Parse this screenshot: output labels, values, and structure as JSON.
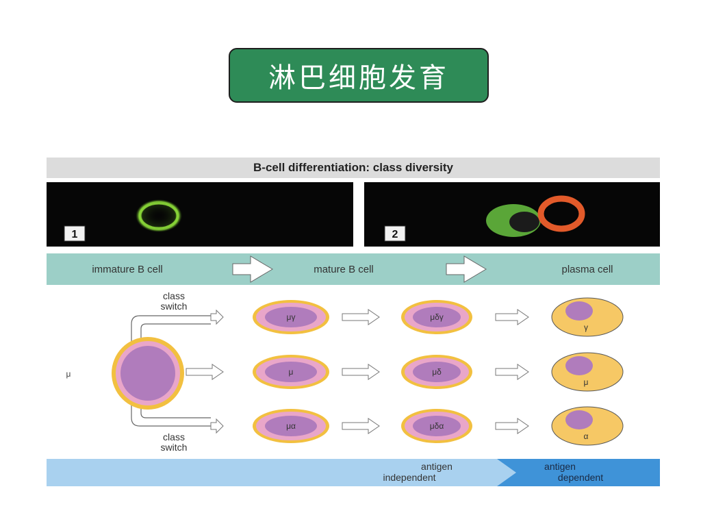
{
  "slide": {
    "title": "淋巴细胞发育",
    "title_bg": "#2e8b57"
  },
  "figure": {
    "heading": "B-cell differentiation: class diversity",
    "photo_labels": [
      "1",
      "2"
    ],
    "stages": [
      "immature B cell",
      "mature B cell",
      "plasma cell"
    ],
    "input_label": "μ",
    "class_switch_top": [
      "class",
      "switch"
    ],
    "class_switch_bottom": [
      "class",
      "switch"
    ],
    "rows": [
      {
        "mature_early": "μγ",
        "mature_late": "μδγ",
        "plasma": "γ"
      },
      {
        "mature_early": "μ",
        "mature_late": "μδ",
        "plasma": "μ"
      },
      {
        "mature_early": "μα",
        "mature_late": "μδα",
        "plasma": "α"
      }
    ],
    "phases": [
      {
        "line1": "antigen",
        "line2": "independent"
      },
      {
        "line1": "antigen",
        "line2": "dependent"
      }
    ],
    "colors": {
      "stage_bar": "#9ccfc7",
      "cell_membrane": "#f2c040",
      "cell_ring": "#e9a6c9",
      "nucleus": "#b07cbc",
      "plasma_cytoplasm": "#f6c865",
      "phase_independent": "#a9d1ef",
      "phase_dependent": "#3f93d8"
    }
  }
}
